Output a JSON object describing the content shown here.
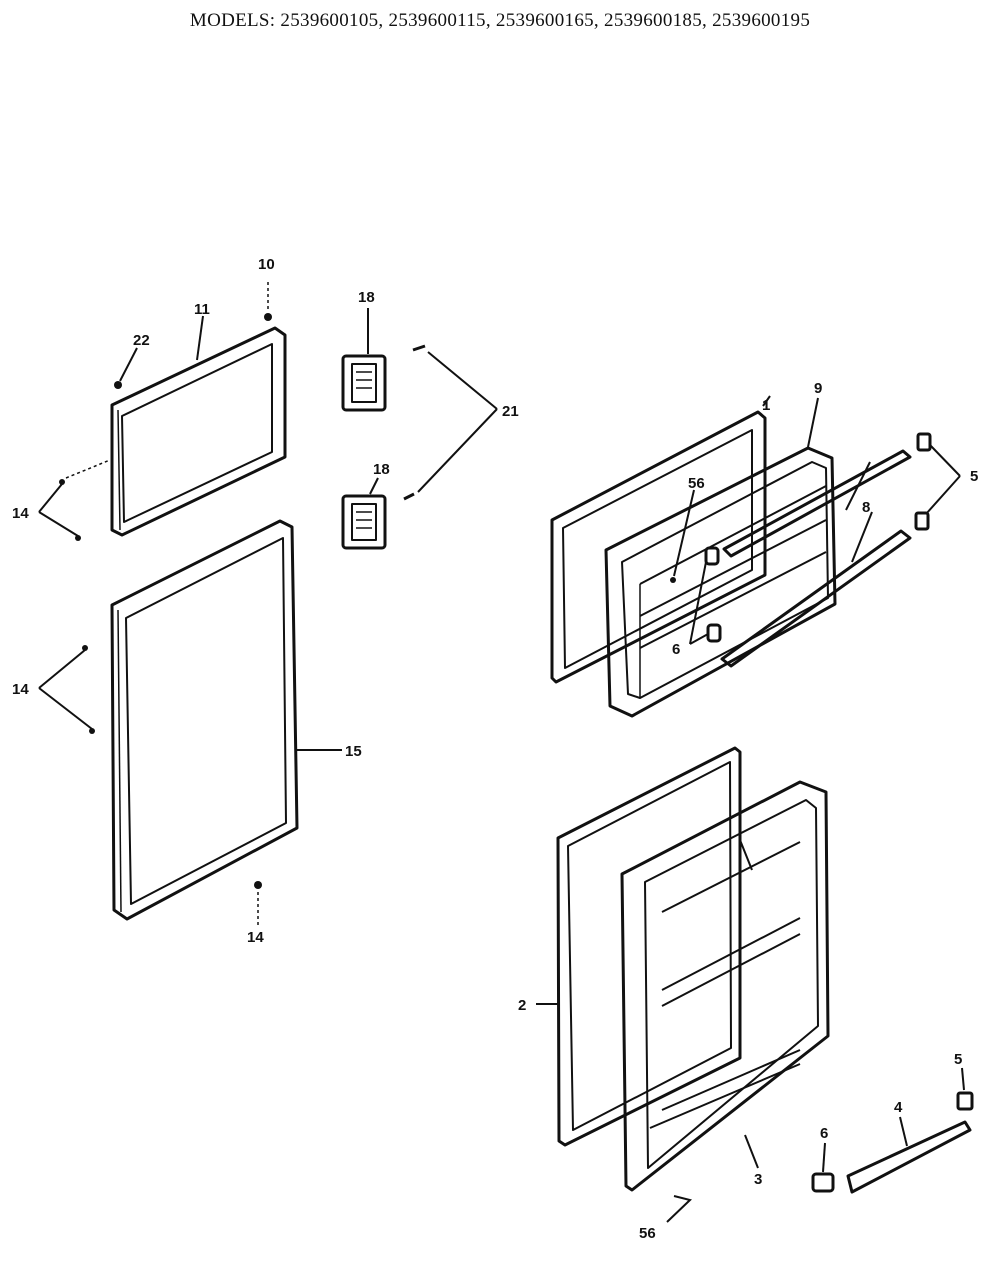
{
  "header": {
    "models": "MODELS: 2539600105, 2539600115, 2539600165, 2539600185, 2539600195"
  },
  "labels": {
    "p1": "1",
    "p2": "2",
    "p3": "3",
    "p4": "4",
    "p5a": "5",
    "p5b": "5",
    "p6a": "6",
    "p6b": "6",
    "p8": "8",
    "p9": "9",
    "p10": "10",
    "p11": "11",
    "p14a": "14",
    "p14b": "14",
    "p14c": "14",
    "p15": "15",
    "p18a": "18",
    "p18b": "18",
    "p21": "21",
    "p22": "22",
    "p56a": "56",
    "p56b": "56"
  }
}
